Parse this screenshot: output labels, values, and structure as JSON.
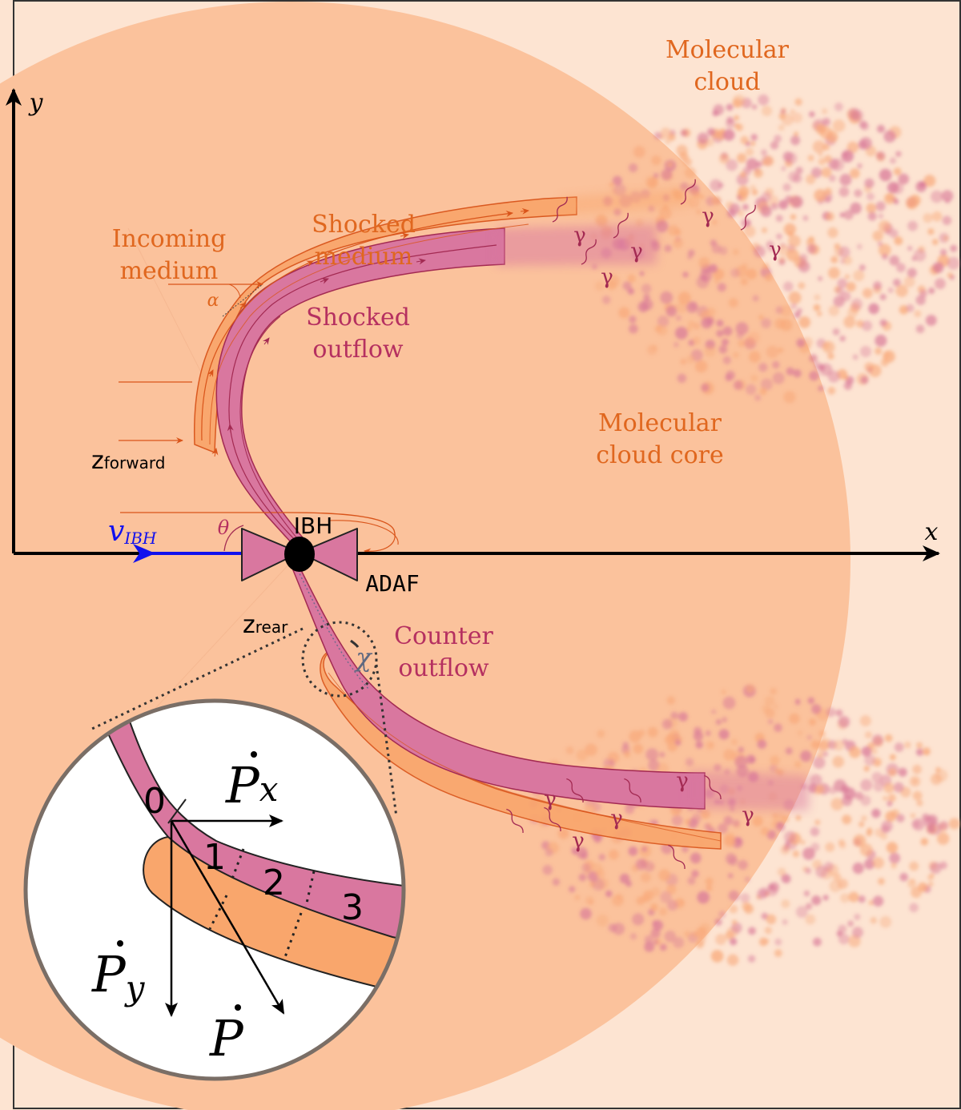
{
  "labels": {
    "molecular_cloud_line1": "Molecular",
    "molecular_cloud_line2": "cloud",
    "molecular_core_line1": "Molecular",
    "molecular_core_line2": "cloud core",
    "incoming_line1": "Incoming",
    "incoming_line2": "medium",
    "shocked_medium_line1": "Shocked",
    "shocked_medium_line2": "medium",
    "shocked_outflow_line1": "Shocked",
    "shocked_outflow_line2": "outflow",
    "counter_line1": "Counter",
    "counter_line2": "outflow",
    "ibh": "IBH",
    "adaf": "ADAF",
    "v_main": "v",
    "v_sub": "IBH",
    "z_forward_main": "z",
    "z_forward_sub": "forward",
    "z_rear_main": "z",
    "z_rear_sub": "rear",
    "alpha": "α",
    "theta": "θ",
    "chi": "χ",
    "x_axis": "x",
    "y_axis": "y",
    "gamma": "γ"
  },
  "inset": {
    "p_main": "P",
    "sub_x": "x",
    "sub_y": "y",
    "segment_0": "0",
    "segment_1": "1",
    "segment_2": "2",
    "segment_3": "3"
  },
  "colors": {
    "background": "#fde4d2",
    "core": "#fbc29c",
    "outflow": "#d9779f",
    "outflow_edge": "#a32a52",
    "shocked_medium": "#f9a66c",
    "shocked_medium_edge": "#d9541a",
    "label_orange": "#e0671f",
    "label_magenta": "#b53060",
    "velocity": "#1111ee",
    "axis": "#000000"
  }
}
